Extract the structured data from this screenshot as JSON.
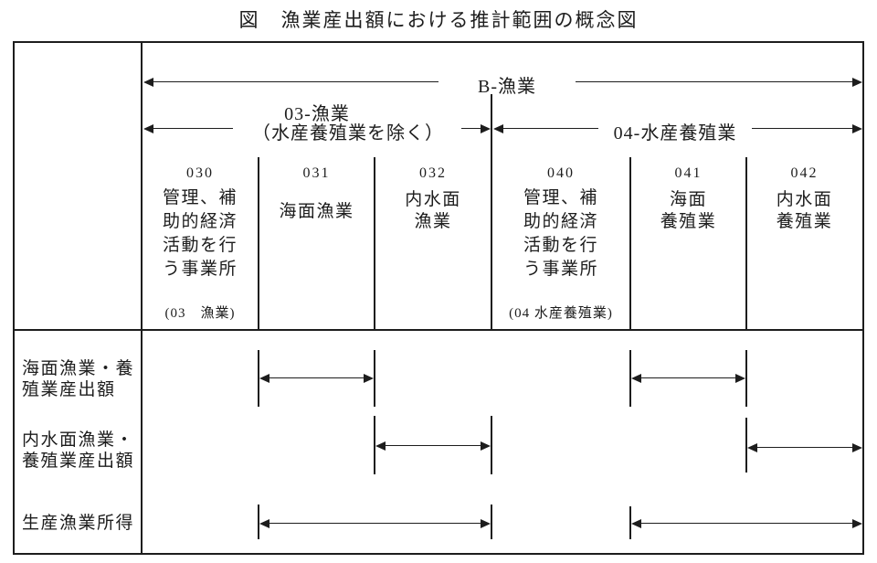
{
  "colors": {
    "ink": "#1d1d1d",
    "background": "#ffffff"
  },
  "title": "図　漁業産出額における推計範囲の概念図",
  "top_spans": {
    "b": {
      "label": "B-漁業"
    },
    "s03": {
      "label_line1": "03-漁業",
      "label_line2": "（水産養殖業を除く）"
    },
    "s04": {
      "label": "04-水産養殖業"
    }
  },
  "columns": [
    {
      "code": "030",
      "lines": [
        "管理、補",
        "助的経済",
        "活動を行",
        "う事業所"
      ],
      "note": "(03　漁業)"
    },
    {
      "code": "031",
      "lines": [
        "海面漁業"
      ]
    },
    {
      "code": "032",
      "lines": [
        "内水面",
        "漁業"
      ]
    },
    {
      "code": "040",
      "lines": [
        "管理、補",
        "助的経済",
        "活動を行",
        "う事業所"
      ],
      "note": "(04 水産養殖業)"
    },
    {
      "code": "041",
      "lines": [
        "海面",
        "養殖業"
      ]
    },
    {
      "code": "042",
      "lines": [
        "内水面",
        "養殖業"
      ]
    }
  ],
  "body_rows": [
    {
      "label_lines": [
        "海面漁業・養",
        "殖業産出額"
      ],
      "arrow_spans": [
        {
          "cols": [
            "031"
          ]
        },
        {
          "cols": [
            "041"
          ]
        }
      ]
    },
    {
      "label_lines": [
        "内水面漁業・",
        "養殖業産出額"
      ],
      "arrow_spans": [
        {
          "cols": [
            "032"
          ]
        },
        {
          "cols": [
            "042"
          ]
        }
      ]
    },
    {
      "label_lines": [
        "生産漁業所得"
      ],
      "arrow_spans": [
        {
          "cols": [
            "031",
            "032"
          ]
        },
        {
          "cols": [
            "041",
            "042"
          ]
        }
      ]
    }
  ]
}
